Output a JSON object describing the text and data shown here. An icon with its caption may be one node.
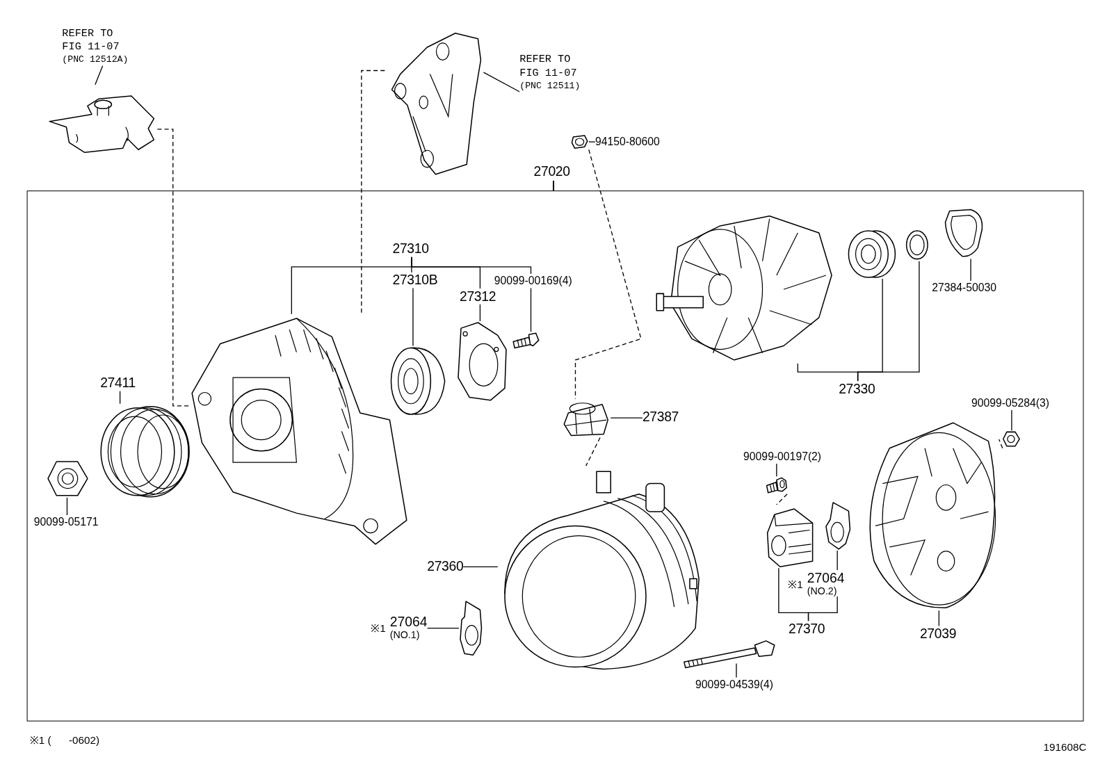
{
  "diagram": {
    "nodes": [
      {
        "text": [
          "REFER TO FIG 11-07",
          "(PNC 12512A)"
        ]
      },
      {
        "text": [],
        "shape": "picture"
      },
      {
        "text": [
          "REFER TO FIG 11-07",
          "(PNC 12511)"
        ]
      },
      {
        "text": [],
        "shape": "picture"
      },
      {
        "text": [
          "94150-80600"
        ]
      },
      {
        "text": [],
        "shape": "picture"
      },
      {
        "text": [
          "27020"
        ]
      },
      {
        "text": [
          "27310"
        ],
        "in": 6
      },
      {
        "text": [
          "27310B"
        ],
        "in": 6
      },
      {
        "text": [
          "27312"
        ],
        "in": 6
      },
      {
        "text": [
          "90099-00169(4)"
        ],
        "in": 6
      },
      {
        "text": [],
        "shape": "picture",
        "in": 6
      },
      {
        "text": [],
        "shape": "picture",
        "in": 6
      },
      {
        "text": [],
        "shape": "picture",
        "in": 6
      },
      {
        "text": [],
        "shape": "picture",
        "in": 6
      },
      {
        "text": [
          "27411"
        ],
        "in": 6
      },
      {
        "text": [],
        "shape": "picture",
        "in": 6
      },
      {
        "text": [],
        "shape": "picture",
        "in": 6
      },
      {
        "text": [
          "90099-05171"
        ],
        "in": 6
      },
      {
        "text": [
          "27387"
        ],
        "in": 6
      },
      {
        "text": [],
        "shape": "picture",
        "in": 6
      },
      {
        "text": [
          "27360"
        ],
        "in": 6
      },
      {
        "text": [],
        "shape": "picture",
        "in": 6
      },
      {
        "text": [
          "※1",
          "27064",
          "(NO.1)"
        ],
        "in": 6
      },
      {
        "text": [],
        "shape": "picture",
        "in": 6
      },
      {
        "text": [],
        "shape": "picture",
        "in": 6
      },
      {
        "text": [
          "90099-04539(4)"
        ],
        "in": 6
      },
      {
        "text": [
          "90099-00197(2)"
        ],
        "in": 6
      },
      {
        "text": [],
        "shape": "picture",
        "in": 6
      },
      {
        "text": [],
        "shape": "picture",
        "in": 6
      },
      {
        "text": [],
        "shape": "picture",
        "in": 6
      },
      {
        "text": [
          "※1",
          "27064",
          "(NO.2)"
        ],
        "in": 6
      },
      {
        "text": [
          "27370"
        ],
        "in": 6
      },
      {
        "text": [],
        "shape": "picture",
        "in": 6
      },
      {
        "text": [],
        "shape": "picture",
        "in": 6
      },
      {
        "text": [],
        "shape": "picture",
        "in": 6
      },
      {
        "text": [],
        "shape": "picture",
        "in": 6
      },
      {
        "text": [
          "27384-50030"
        ],
        "in": 6
      },
      {
        "text": [
          "27330"
        ],
        "in": 6
      },
      {
        "text": [
          "90099-05284(3)"
        ],
        "in": 6
      },
      {
        "text": [],
        "shape": "picture",
        "in": 6
      },
      {
        "text": [],
        "shape": "picture",
        "in": 6
      },
      {
        "text": [
          "27039"
        ],
        "in": 6
      }
    ],
    "edges": [
      {
        "from": 0,
        "to": 1,
        "arrow": "none"
      },
      {
        "from": 2,
        "to": 3,
        "arrow": "none"
      },
      {
        "from": 4,
        "to": 5,
        "arrow": "none"
      },
      {
        "from": 7,
        "to": 11,
        "arrow": "none"
      },
      {
        "from": 7,
        "to": 8,
        "arrow": "none"
      },
      {
        "from": 7,
        "to": 9,
        "arrow": "none"
      },
      {
        "from": 7,
        "to": 10,
        "arrow": "none"
      },
      {
        "from": 8,
        "to": 12,
        "arrow": "none"
      },
      {
        "from": 9,
        "to": 13,
        "arrow": "none"
      },
      {
        "from": 10,
        "to": 14,
        "arrow": "none"
      },
      {
        "from": 15,
        "to": 16,
        "arrow": "none"
      },
      {
        "from": 18,
        "to": 17,
        "arrow": "none"
      },
      {
        "from": 19,
        "to": 20,
        "arrow": "none"
      },
      {
        "from": 21,
        "to": 22,
        "arrow": "none"
      },
      {
        "from": 23,
        "to": 24,
        "arrow": "none"
      },
      {
        "from": 26,
        "to": 25,
        "arrow": "none"
      },
      {
        "from": 27,
        "to": 28,
        "arrow": "none"
      },
      {
        "from": 31,
        "to": 30,
        "arrow": "none"
      },
      {
        "from": 32,
        "to": 29,
        "arrow": "none"
      },
      {
        "from": 32,
        "to": 31,
        "arrow": "none"
      },
      {
        "from": 42,
        "to": 41,
        "arrow": "none"
      },
      {
        "from": 39,
        "to": 40,
        "arrow": "none"
      },
      {
        "from": 38,
        "to": 33,
        "arrow": "none"
      },
      {
        "from": 38,
        "to": 34,
        "arrow": "none"
      },
      {
        "from": 38,
        "to": 35,
        "arrow": "none"
      },
      {
        "from": 37,
        "to": 36,
        "arrow": "none"
      },
      {
        "from": 1,
        "to": 11,
        "arrow": "none",
        "style": "dashed"
      },
      {
        "from": 3,
        "to": 11,
        "arrow": "none",
        "style": "dashed"
      },
      {
        "from": 5,
        "to": 20,
        "arrow": "none",
        "style": "dashed"
      },
      {
        "from": 20,
        "to": 22,
        "arrow": "none",
        "style": "dashed"
      },
      {
        "from": 40,
        "to": 41,
        "arrow": "none",
        "style": "dashed"
      },
      {
        "from": 28,
        "to": 29,
        "arrow": "none",
        "style": "dashed"
      }
    ],
    "labels": [
      "※1 (      -0602)",
      "191608C"
    ]
  }
}
